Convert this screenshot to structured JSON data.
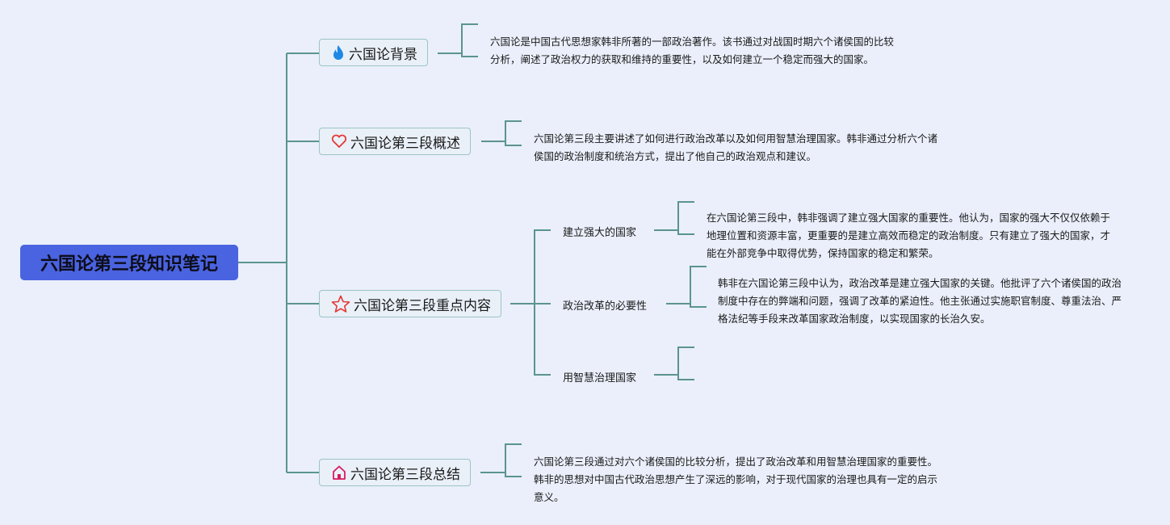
{
  "root": {
    "title": "六国论第三段知识笔记"
  },
  "branches": [
    {
      "label": "六国论背景",
      "icon": "flame-icon",
      "note": "六国论是中国古代思想家韩非所著的一部政治著作。该书通过对战国时期六个诸侯国的比较分析，阐述了政治权力的获取和维持的重要性，以及如何建立一个稳定而强大的国家。"
    },
    {
      "label": "六国论第三段概述",
      "icon": "heart-icon",
      "note": "六国论第三段主要讲述了如何进行政治改革以及如何用智慧治理国家。韩非通过分析六个诸侯国的政治制度和统治方式，提出了他自己的政治观点和建议。"
    },
    {
      "label": "六国论第三段重点内容",
      "icon": "star-icon",
      "children": [
        {
          "label": "建立强大的国家",
          "note": "在六国论第三段中，韩非强调了建立强大国家的重要性。他认为，国家的强大不仅仅依赖于地理位置和资源丰富，更重要的是建立高效而稳定的政治制度。只有建立了强大的国家，才能在外部竞争中取得优势，保持国家的稳定和繁荣。"
        },
        {
          "label": "政治改革的必要性",
          "note": "韩非在六国论第三段中认为，政治改革是建立强大国家的关键。他批评了六个诸侯国的政治制度中存在的弊端和问题，强调了改革的紧迫性。他主张通过实施职官制度、尊重法治、严格法纪等手段来改革国家政治制度，以实现国家的长治久安。"
        },
        {
          "label": "用智慧治理国家"
        }
      ]
    },
    {
      "label": "六国论第三段总结",
      "icon": "home-icon",
      "note": "六国论第三段通过对六个诸侯国的比较分析，提出了政治改革和用智慧治理国家的重要性。韩非的思想对中国古代政治思想产生了深远的影响，对于现代国家的治理也具有一定的启示意义。"
    }
  ],
  "colors": {
    "line": "#5b9490",
    "root": "#4a63e0",
    "flame": "#1e88e5",
    "heart": "#e53935",
    "star": "#e53935",
    "home": "#d81b60"
  }
}
